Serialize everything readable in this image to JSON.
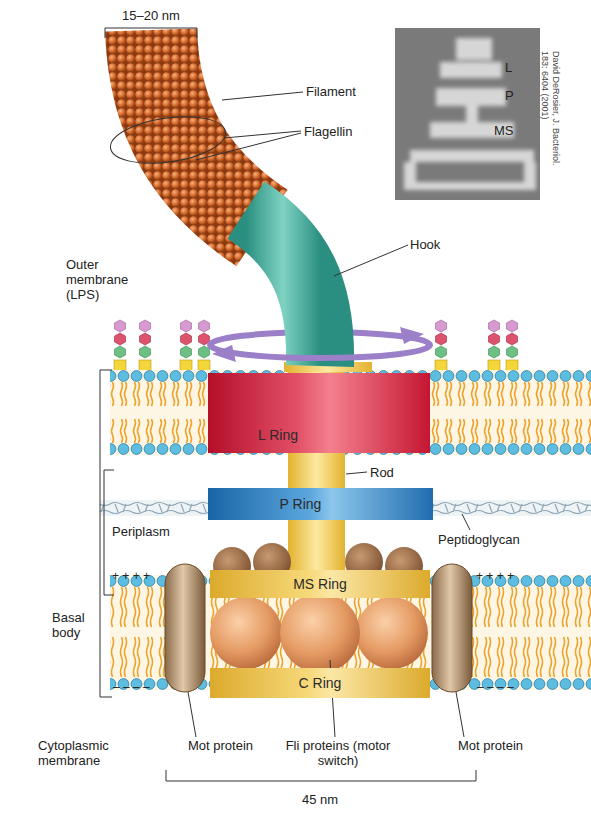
{
  "diagram": {
    "nodes": [
      {
        "text": [
          "L Ring"
        ]
      },
      {
        "text": [
          "P Ring"
        ]
      },
      {
        "text": [
          "MS Ring"
        ]
      },
      {
        "text": [
          "C Ring"
        ]
      }
    ],
    "labels": [
      "15–20 nm",
      "Filament",
      "Flagellin",
      "L",
      "P",
      "MS",
      "David DeRosier, J. Bacteriol. 183: 6404 (2001)",
      "Hook",
      "Outer membrane (LPS)",
      "+ + + +",
      "+ + + +",
      "Rod",
      "Periplasm",
      "Peptidoglycan",
      "Basal body",
      "– – – –",
      "– – – –",
      "Cytoplasmic membrane",
      "Mot protein",
      "Fli proteins (motor switch)",
      "Mot protein",
      "45 nm"
    ]
  }
}
